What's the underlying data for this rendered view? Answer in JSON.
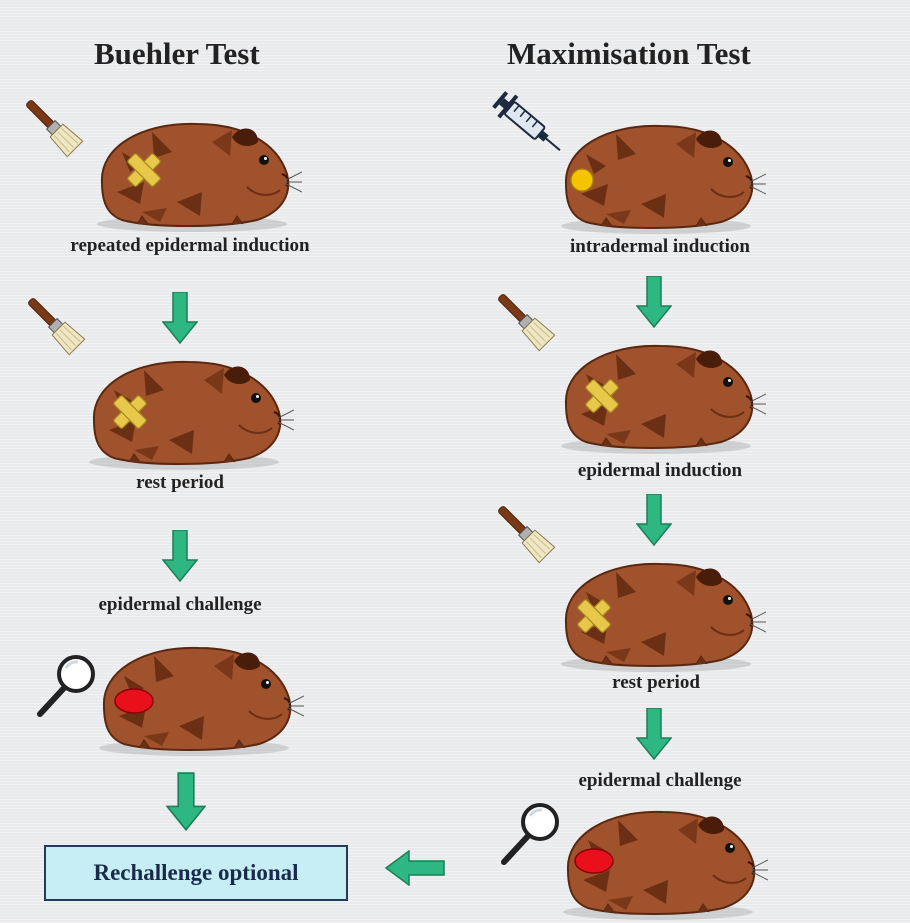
{
  "colors": {
    "fur": "#a0522d",
    "fur_dark": "#6b2f14",
    "arrow": "#2fb783",
    "patch_cross": "#e8c84a",
    "induction_dot": "#f4c400",
    "reaction_spot": "#e8101a",
    "rechallenge_box": "#c6eef4"
  },
  "buehler": {
    "title": "Buehler Test",
    "steps": [
      {
        "label": "repeated epidermal induction",
        "tool": "brush-icon",
        "mark": "cross-patch"
      },
      {
        "label": "rest period",
        "tool": "brush-icon",
        "mark": "cross-patch"
      },
      {
        "label": "epidermal challenge",
        "tool": "magnifier-icon",
        "mark": "red-spot"
      }
    ]
  },
  "maximisation": {
    "title": "Maximisation Test",
    "steps": [
      {
        "label": "intradermal induction",
        "tool": "syringe-icon",
        "mark": "yellow-dot"
      },
      {
        "label": "epidermal induction",
        "tool": "brush-icon",
        "mark": "cross-patch"
      },
      {
        "label": "rest period",
        "tool": "brush-icon",
        "mark": "cross-patch"
      },
      {
        "label": "epidermal challenge",
        "tool": "magnifier-icon",
        "mark": "red-spot"
      }
    ]
  },
  "rechallenge": {
    "label": "Rechallenge optional"
  }
}
